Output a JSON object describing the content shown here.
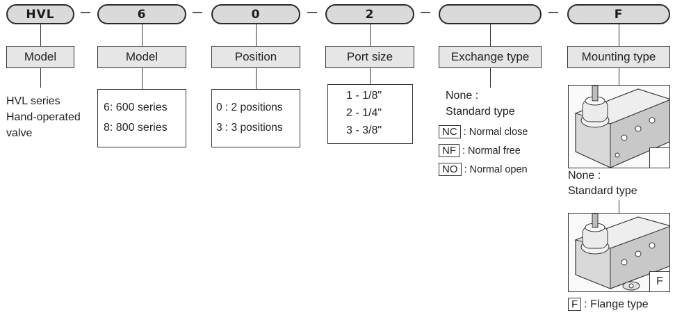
{
  "pills": [
    "HVL",
    "6",
    "0",
    "2",
    "",
    "F"
  ],
  "labels": [
    "Model",
    "Model",
    "Position",
    "Port size",
    "Exchange type",
    "Mounting type"
  ],
  "col1": {
    "lines": [
      "HVL series",
      "Hand-operated",
      "valve"
    ]
  },
  "col2": {
    "lines": [
      "6: 600 series",
      "8: 800 series"
    ]
  },
  "col3": {
    "lines": [
      "0 : 2 positions",
      "3 : 3 positions"
    ]
  },
  "col4": {
    "lines": [
      "1 - 1/8\"",
      "2 - 1/4\"",
      "3 - 3/8\""
    ]
  },
  "col5": {
    "default_line1": "None :",
    "default_line2": "Standard type",
    "options": [
      {
        "code": "NC",
        "text": ": Normal close"
      },
      {
        "code": "NF",
        "text": ": Normal free"
      },
      {
        "code": "NO",
        "text": ": Normal open"
      }
    ]
  },
  "col6": {
    "standard_line1": "None :",
    "standard_line2": "Standard type",
    "flange_code": "F",
    "flange_text": ": Flange type",
    "corner_label_top": "",
    "corner_label_bottom": "F"
  }
}
